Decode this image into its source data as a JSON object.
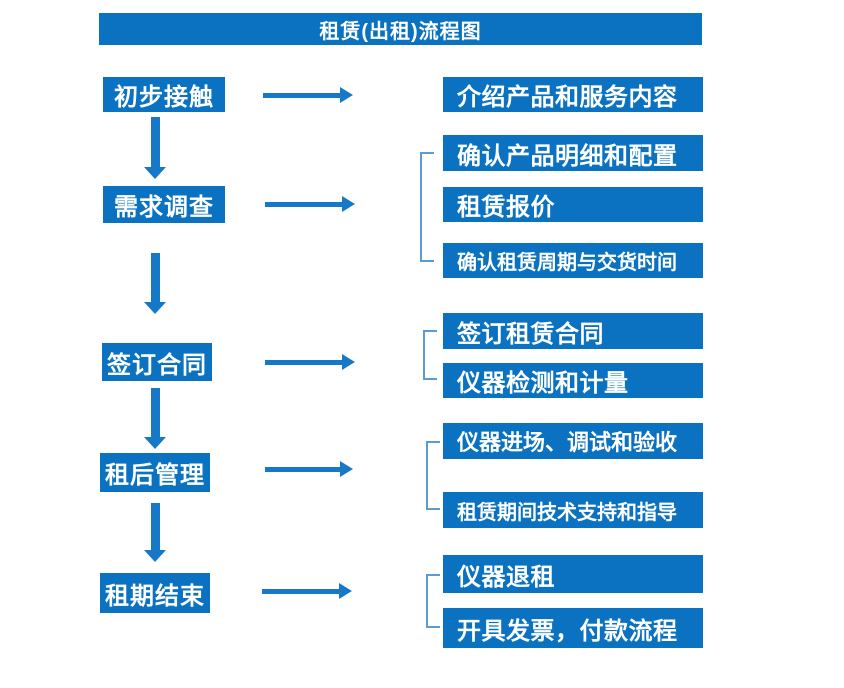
{
  "title": "租赁(出租)流程图",
  "colors": {
    "box": "#0a72c0",
    "arrow": "#1878c8",
    "bracket": "#5b9bd5",
    "text": "#ffffff",
    "background": "#ffffff"
  },
  "flow": {
    "stages": [
      {
        "label": "初步接触",
        "steps": [
          "介绍产品和服务内容"
        ]
      },
      {
        "label": "需求调查",
        "steps": [
          "确认产品明细和配置",
          "租赁报价",
          "确认租赁周期与交货时间"
        ]
      },
      {
        "label": "签订合同",
        "steps": [
          "签订租赁合同",
          "仪器检测和计量"
        ]
      },
      {
        "label": "租后管理",
        "steps": [
          "仪器进场、调试和验收",
          "租赁期间技术支持和指导"
        ]
      },
      {
        "label": "租期结束",
        "steps": [
          "仪器退租",
          "开具发票，付款流程"
        ]
      }
    ]
  }
}
